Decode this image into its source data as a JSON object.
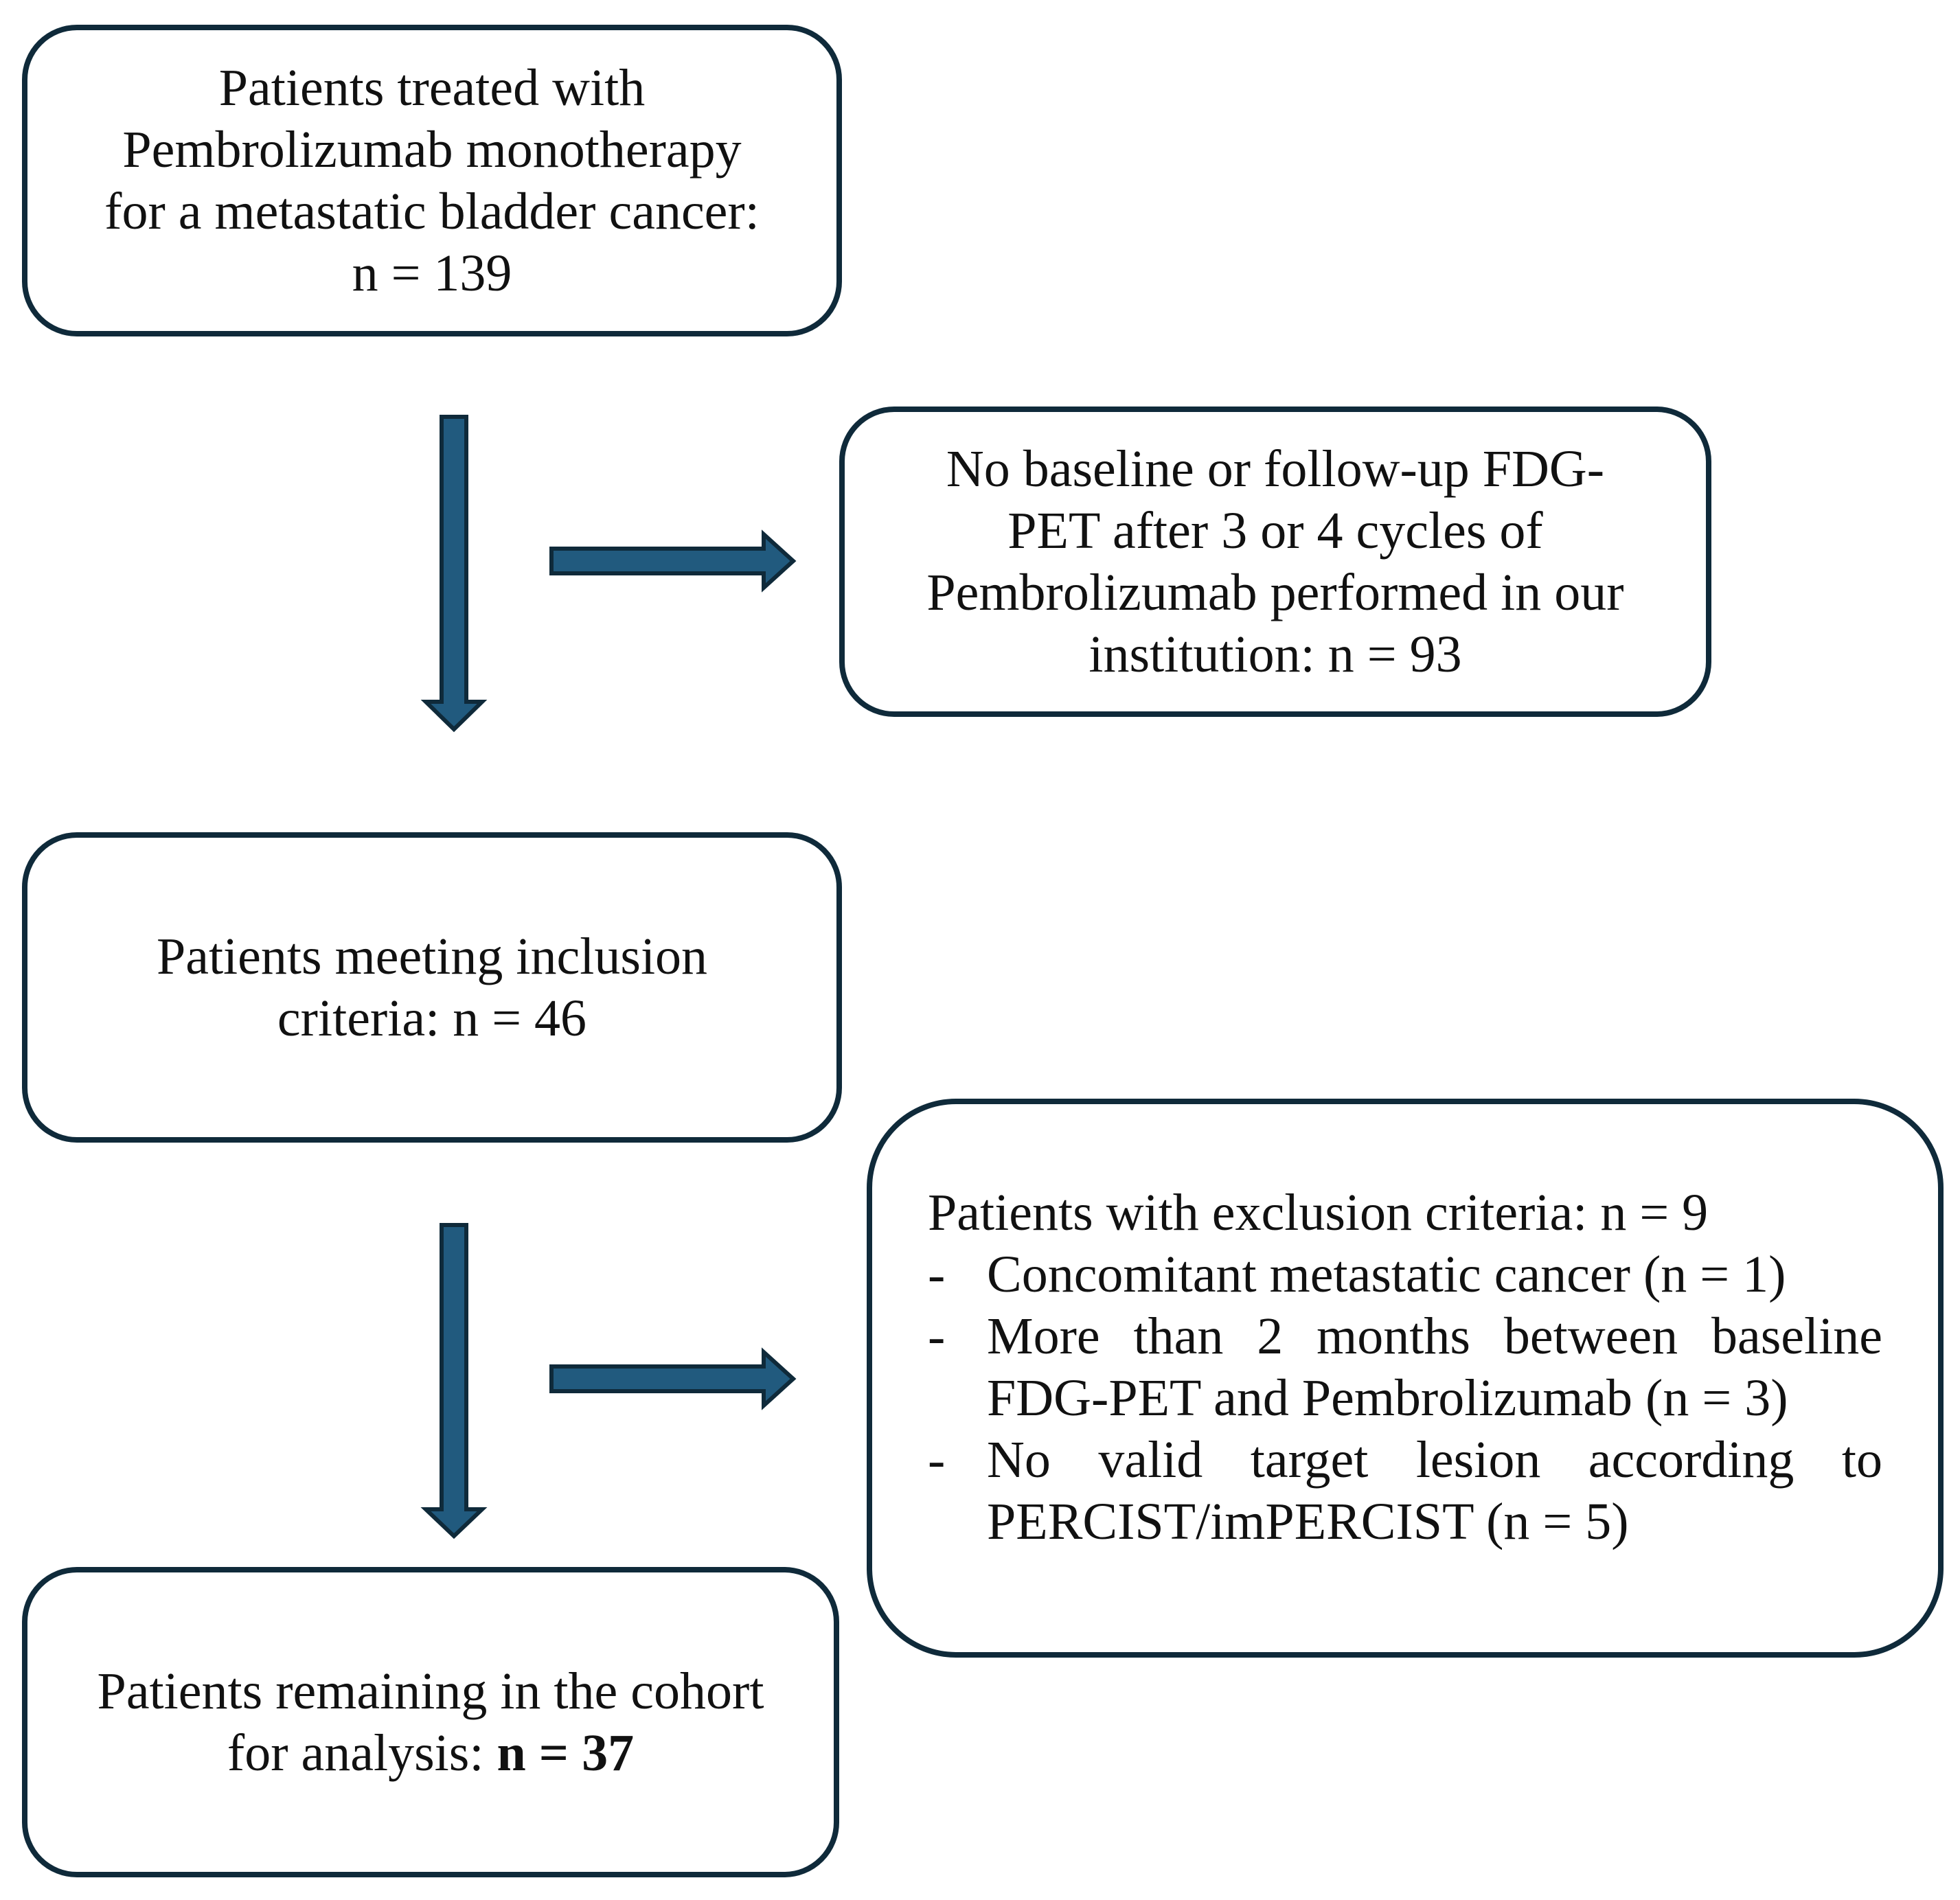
{
  "flowchart": {
    "start_box": {
      "lines": [
        "Patients treated with",
        "Pembrolizumab monotherapy",
        "for a metastatic bladder cancer:",
        "n = 139"
      ]
    },
    "no_pet_box": {
      "lines": [
        "No baseline or follow-up FDG-",
        "PET after 3 or 4 cycles of",
        "Pembrolizumab performed in our",
        "institution: n = 93"
      ]
    },
    "inclusion_box": {
      "lines": [
        "Patients meeting inclusion",
        "criteria: n = 46"
      ]
    },
    "exclusion_box": {
      "title": "Patients with exclusion criteria: n = 9",
      "bullet_marker": "-",
      "items": [
        "Concomitant metastatic cancer (n = 1)",
        "More than 2 months between baseline FDG-PET and Pembrolizumab (n = 3)",
        "No valid target lesion according to PERCIST/imPERCIST (n = 5)"
      ]
    },
    "final_box": {
      "line1": "Patients remaining in the cohort",
      "line2_prefix": "for analysis: ",
      "line2_bold": "n = 37"
    }
  }
}
